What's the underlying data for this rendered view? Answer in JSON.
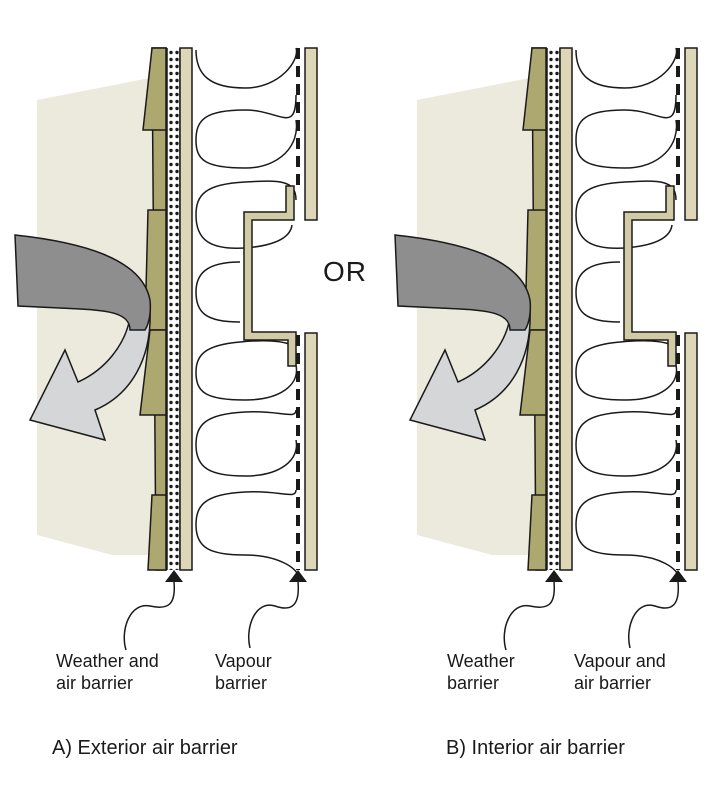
{
  "divider_text": "OR",
  "panels": [
    {
      "id": "exterior",
      "caption": "A) Exterior air barrier",
      "label_left": {
        "line1": "Weather and",
        "line2": "air barrier"
      },
      "label_right": {
        "line1": "Vapour",
        "line2": "barrier"
      }
    },
    {
      "id": "interior",
      "caption": "B) Interior air barrier",
      "label_left": {
        "line1": "Weather",
        "line2": "barrier"
      },
      "label_right": {
        "line1": "Vapour and",
        "line2": "air barrier"
      }
    }
  ],
  "colors": {
    "background_wall": "#ece9dd",
    "siding": "#ada770",
    "sheathing": "#ddd7b8",
    "outline": "#1a1a1a",
    "arrow_dark": "#8e8e8e",
    "arrow_light": "#d4d6d8",
    "electrical_box": "#d2cca6"
  }
}
